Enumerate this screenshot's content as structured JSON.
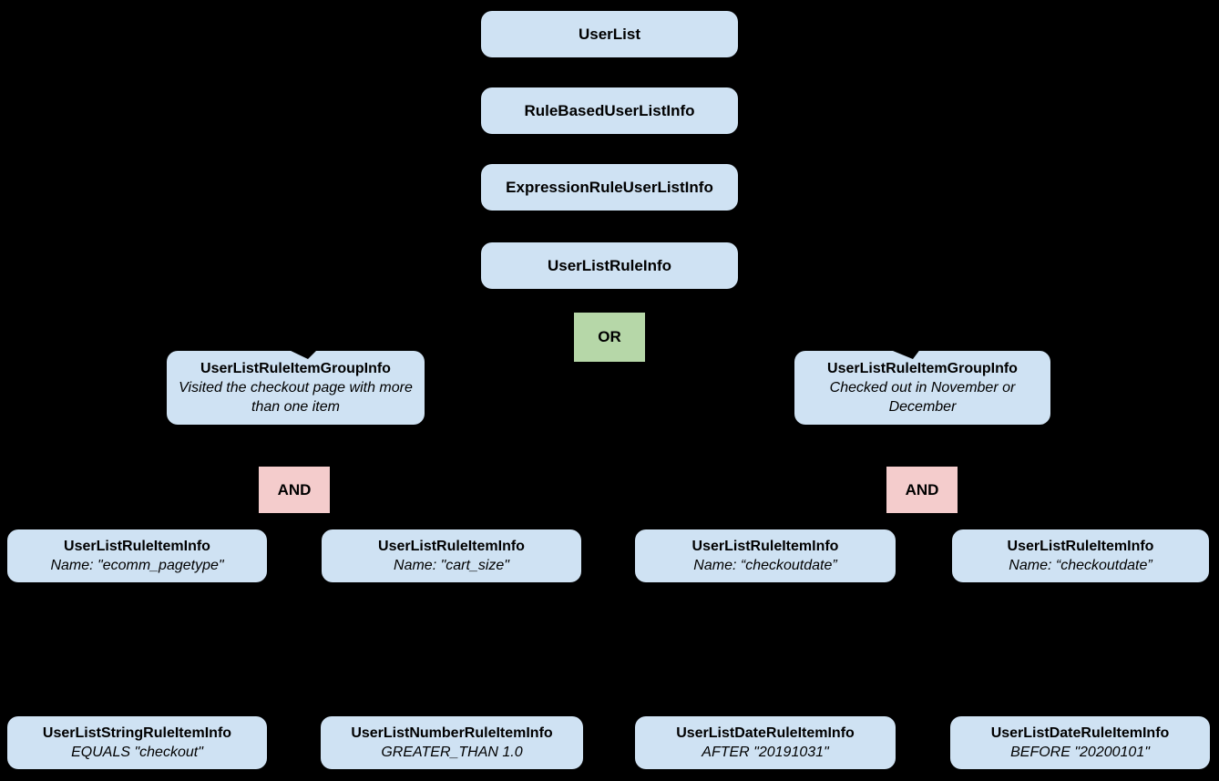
{
  "diagram": {
    "colors": {
      "background": "#000000",
      "node_fill": "#cfe2f3",
      "or_fill": "#b6d7a8",
      "and_fill": "#f4cccc",
      "text": "#000000"
    },
    "chain": [
      {
        "label": "UserList"
      },
      {
        "label": "RuleBasedUserListInfo"
      },
      {
        "label": "ExpressionRuleUserListInfo"
      },
      {
        "label": "UserListRuleInfo"
      }
    ],
    "operators": {
      "or": "OR",
      "and_left": "AND",
      "and_right": "AND"
    },
    "groups": [
      {
        "title": "UserListRuleItemGroupInfo",
        "subtitle": "Visited the checkout page with more than one item"
      },
      {
        "title": "UserListRuleItemGroupInfo",
        "subtitle": "Checked out in November or December"
      }
    ],
    "rule_items": [
      {
        "title": "UserListRuleItemInfo",
        "subtitle": "Name: \"ecomm_pagetype\""
      },
      {
        "title": "UserListRuleItemInfo",
        "subtitle": "Name: \"cart_size\""
      },
      {
        "title": "UserListRuleItemInfo",
        "subtitle": "Name: “checkoutdate”"
      },
      {
        "title": "UserListRuleItemInfo",
        "subtitle": "Name: “checkoutdate”"
      }
    ],
    "leaf_items": [
      {
        "title": "UserListStringRuleItemInfo",
        "subtitle": "EQUALS \"checkout\""
      },
      {
        "title": "UserListNumberRuleItemInfo",
        "subtitle": "GREATER_THAN 1.0"
      },
      {
        "title": "UserListDateRuleItemInfo",
        "subtitle": "AFTER \"20191031\""
      },
      {
        "title": "UserListDateRuleItemInfo",
        "subtitle": "BEFORE \"20200101\""
      }
    ]
  }
}
